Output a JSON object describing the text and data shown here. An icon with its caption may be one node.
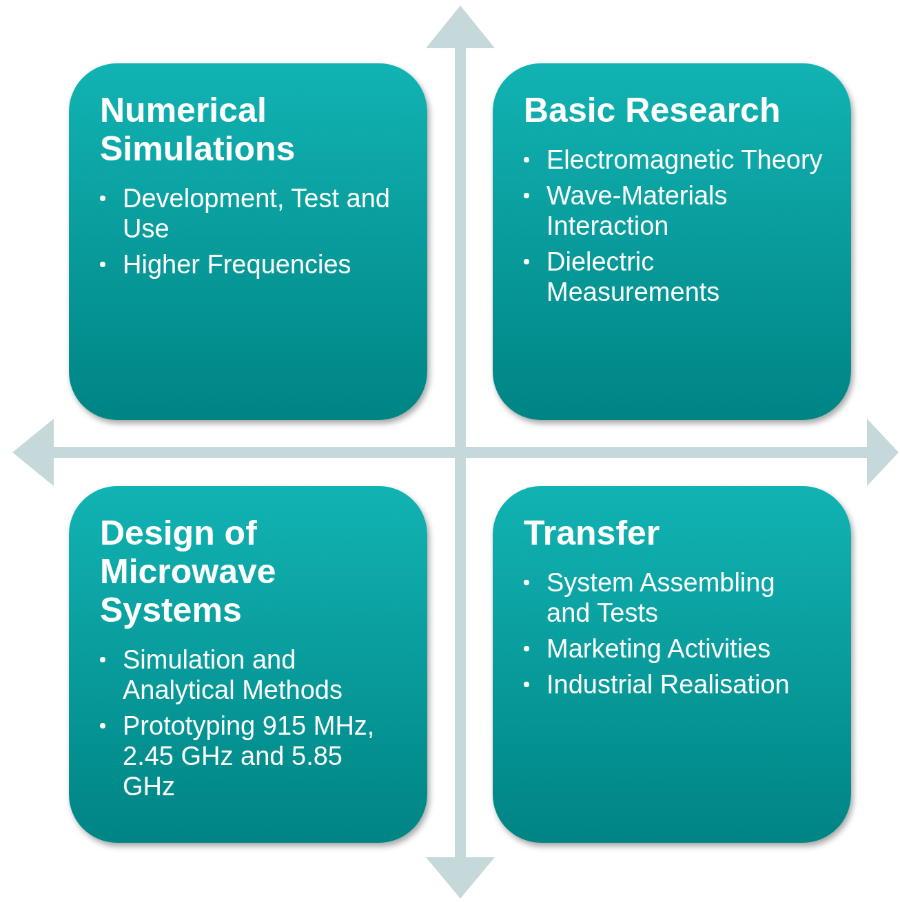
{
  "diagram": {
    "nodes": [
      {
        "text": [
          "Numerical Simulations",
          "Development, Test and Use",
          "Higher Frequencies"
        ]
      },
      {
        "text": [
          "Basic Research",
          "Electromagnetic Theory",
          "Wave-Materials Interaction",
          "Dielectric Measurements"
        ]
      },
      {
        "text": [
          "Design of Microwave Systems",
          "Simulation and Analytical Methods",
          "Prototyping 915 MHz, 2.45 GHz and 5.85 GHz"
        ]
      },
      {
        "text": [
          "Transfer",
          "System Assembling and Tests",
          "Marketing Activities",
          "Industrial Realisation"
        ]
      }
    ],
    "edges": []
  }
}
